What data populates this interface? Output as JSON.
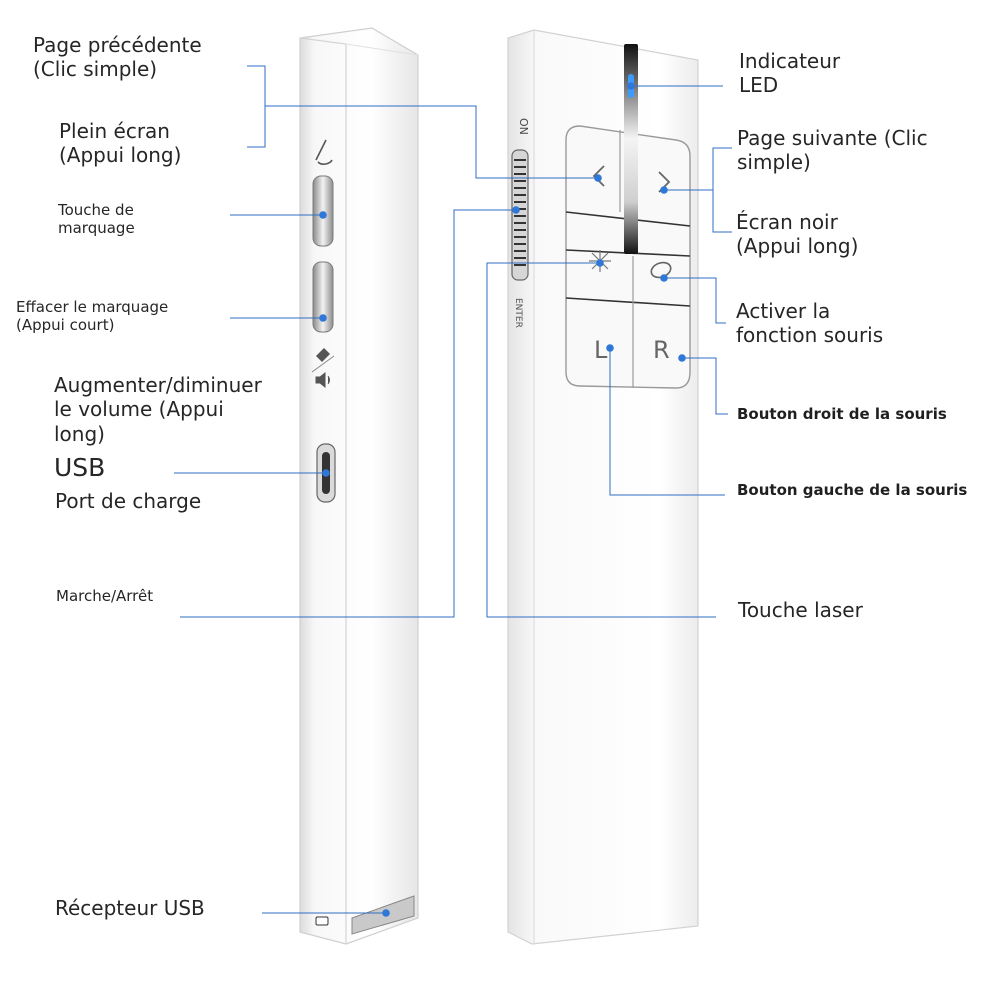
{
  "image_title": "",
  "labels": {
    "page_prev": "Page précédente\n(Clic simple)",
    "fullscreen": "Plein écran\n(Appui long)",
    "marker_key": "Touche de\nmarquage",
    "erase_marking": "Effacer le marquage\n      (Appui court)",
    "volume": "Augmenter/diminuer\nle volume (Appui\nlong)",
    "usb_title": "USB",
    "usb_port": "Port de charge",
    "power": "Marche/Arrêt",
    "usb_receiver": "Récepteur USB",
    "led_indicator": "Indicateur\nLED",
    "page_next": "Page suivante (Clic\nsimple)",
    "black_screen": "Écran noir\n(Appui long)",
    "mouse_function": "Activer la\nfonction souris",
    "right_click": "Bouton droit de la souris",
    "left_click": "Bouton gauche de la souris",
    "laser_key": "Touche laser"
  },
  "device": {
    "switch_on_text": "ON",
    "enter_text": "ENTER",
    "left_button_letter": "L",
    "right_button_letter": "R"
  },
  "colors": {
    "leader_line": "#2f6fc4",
    "marker_dot": "#2f78d8",
    "led": "#3d9bff"
  }
}
